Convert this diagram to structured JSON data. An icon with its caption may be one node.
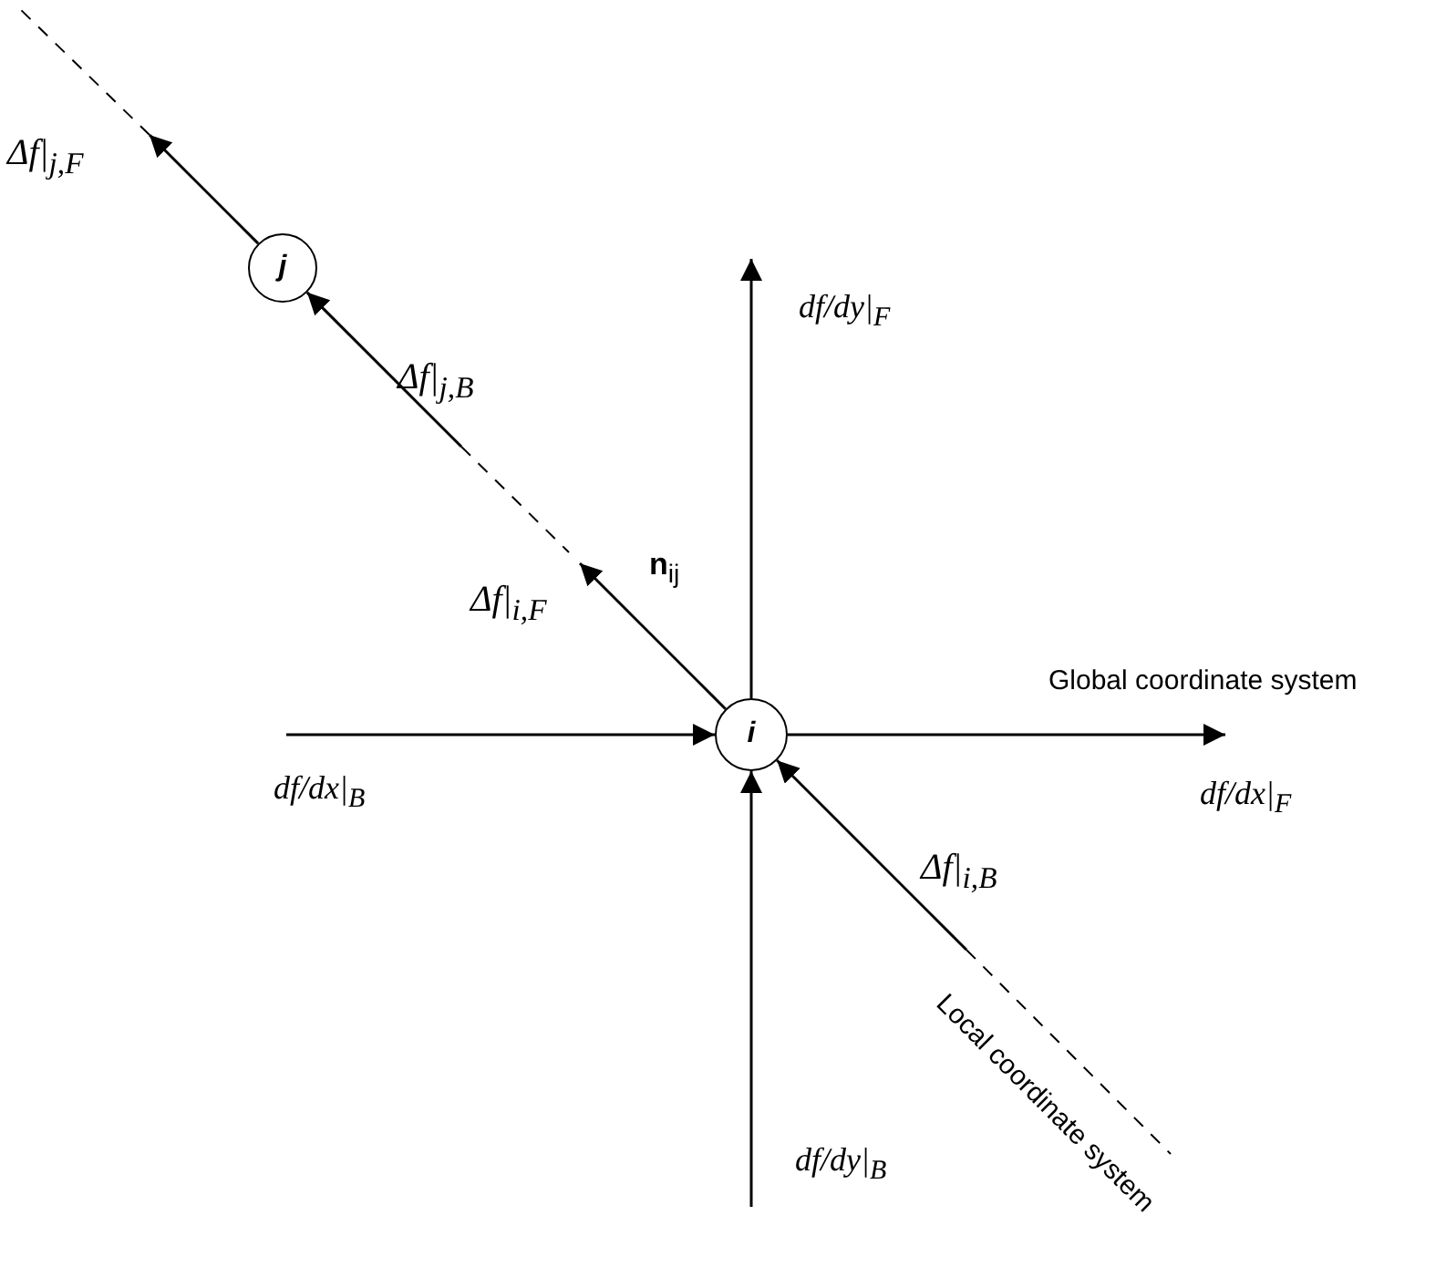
{
  "diagram": {
    "nodes": [
      {
        "text": [
          "j"
        ]
      },
      {
        "text": [
          "i"
        ]
      }
    ],
    "edges": [
      {
        "from": null,
        "to": 1,
        "arrow": "to",
        "label": "*df*/*dx*|$_{B}$"
      },
      {
        "from": 1,
        "to": null,
        "arrow": "to",
        "label": "*df*/*dx*|$_{F}$"
      },
      {
        "from": null,
        "to": 1,
        "arrow": "to",
        "label": "*df*/*dy*|$_{B}$"
      },
      {
        "from": 1,
        "to": null,
        "arrow": "to",
        "label": "*df*/*dy*|$_{F}$"
      },
      {
        "from": null,
        "to": 1,
        "arrow": "to",
        "label": "Δf|$_{i,B}$"
      },
      {
        "from": 1,
        "to": null,
        "arrow": "to",
        "label": "Δf|$_{i,F}$"
      },
      {
        "from": null,
        "to": 0,
        "arrow": "to",
        "label": "Δf|$_{j,B}$"
      },
      {
        "from": 0,
        "to": null,
        "arrow": "to",
        "label": "Δf|$_{j,F}$"
      }
    ],
    "labels": [
      "**n**$_{ij}$",
      "Global coordinate system",
      "Local coordinate system"
    ]
  }
}
